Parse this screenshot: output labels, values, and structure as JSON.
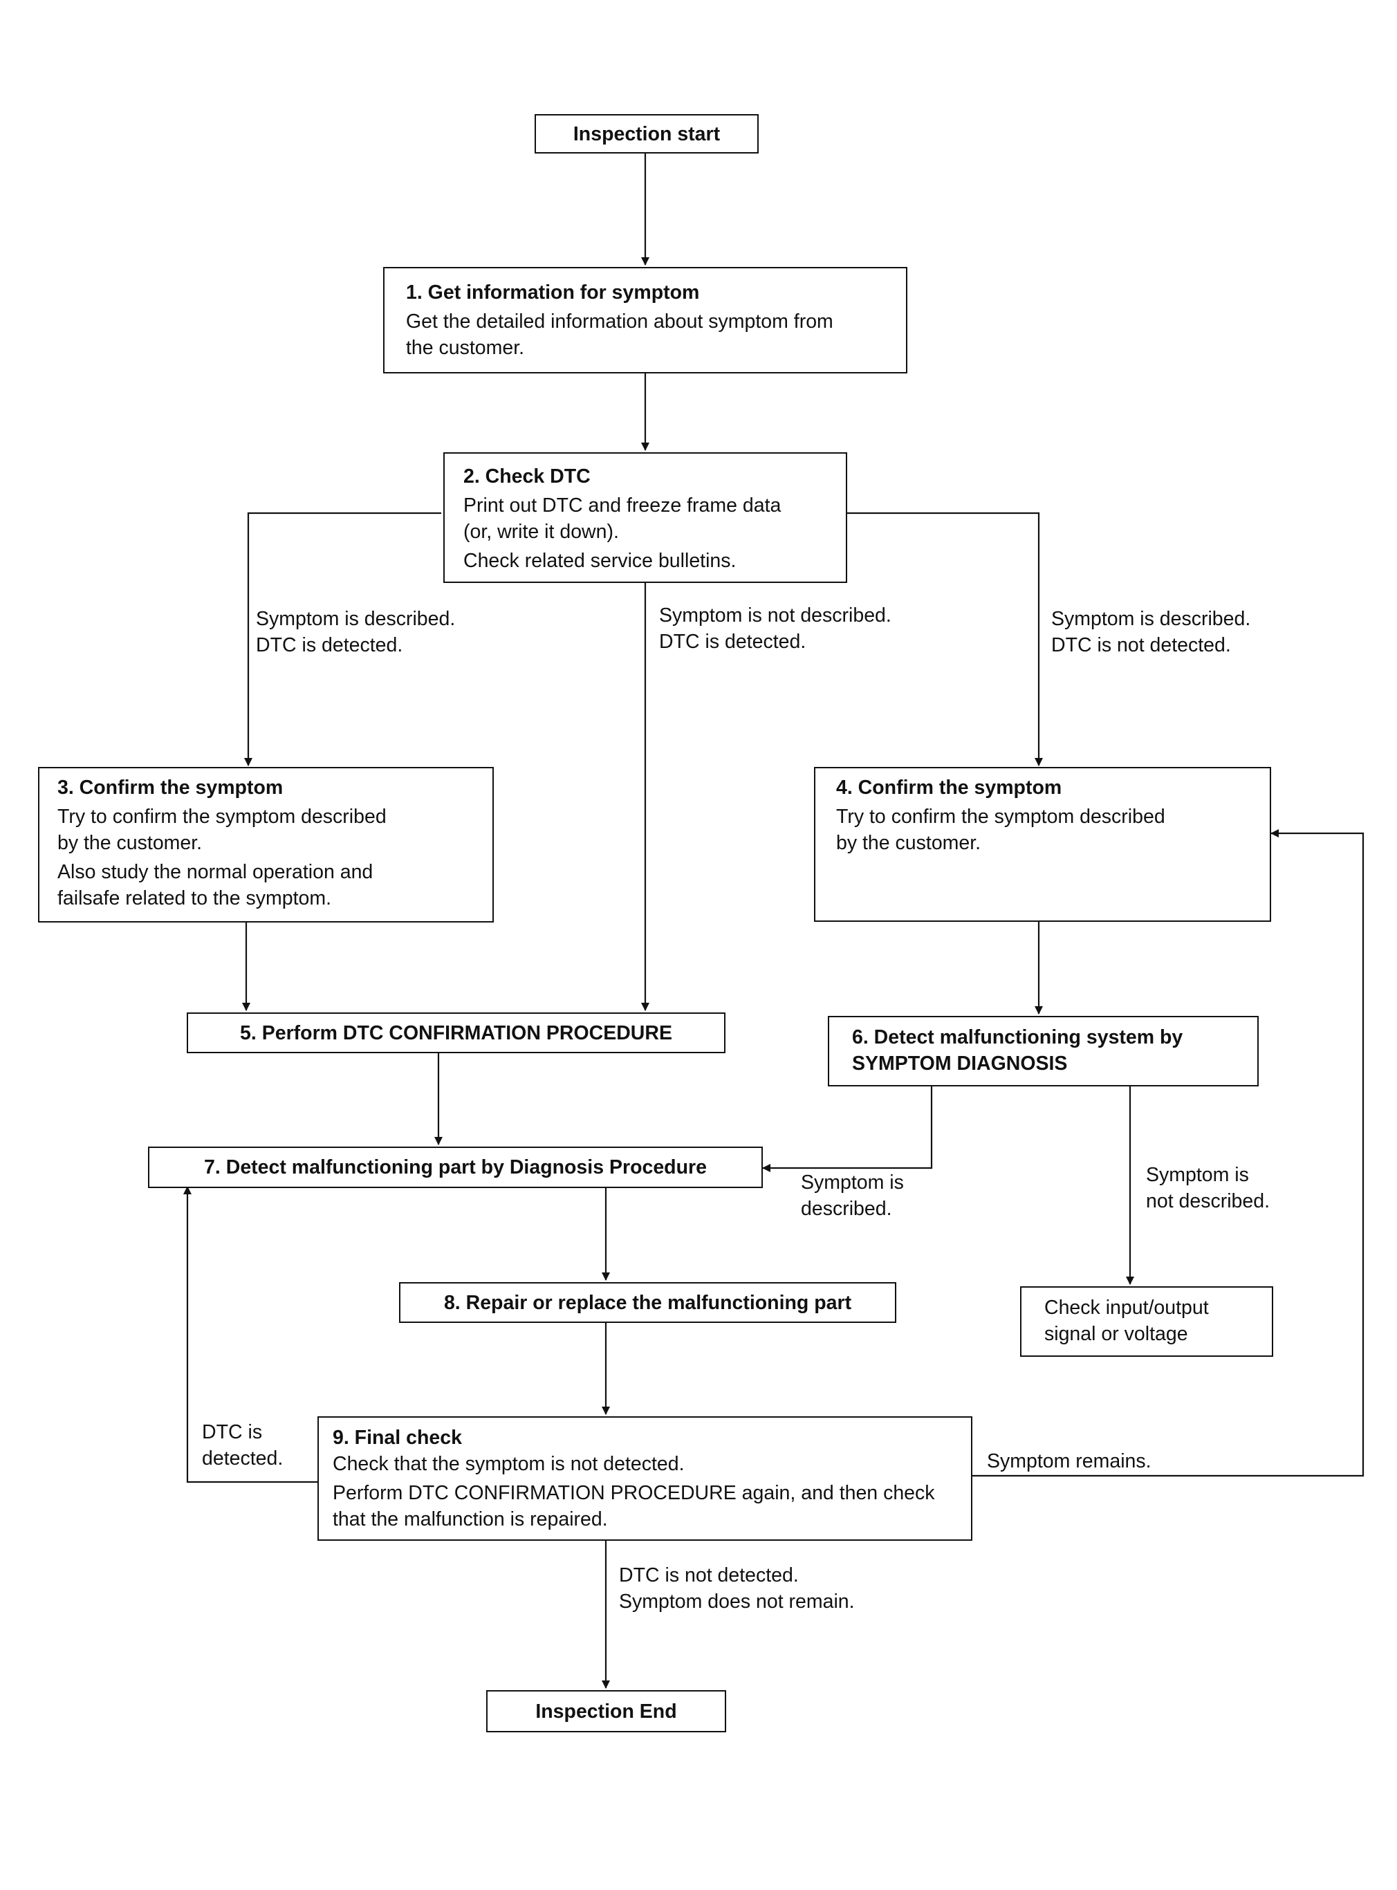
{
  "start": {
    "label": "Inspection start"
  },
  "step1": {
    "title": "1. Get information for symptom",
    "lines": [
      "Get the detailed information about symptom from",
      "the customer."
    ]
  },
  "step2": {
    "title": "2. Check DTC",
    "lines": [
      "Print out DTC and freeze frame data",
      "(or, write it down)."
    ],
    "extra": [
      "Check related service bulletins."
    ]
  },
  "step3": {
    "title": "3. Confirm the symptom",
    "lines": [
      "Try to confirm the symptom described",
      "by the customer."
    ],
    "extra": [
      "Also study the normal operation and",
      "failsafe related to the symptom."
    ]
  },
  "step4": {
    "title": "4. Confirm the symptom",
    "lines": [
      "Try to confirm the symptom described",
      "by the customer."
    ]
  },
  "step5": {
    "title": "5. Perform DTC CONFIRMATION PROCEDURE"
  },
  "step6": {
    "title": [
      "6. Detect malfunctioning system by",
      "SYMPTOM DIAGNOSIS"
    ]
  },
  "step7": {
    "title": "7. Detect malfunctioning part by Diagnosis Procedure"
  },
  "step8": {
    "title": "8. Repair or replace the malfunctioning part"
  },
  "check_io": {
    "lines": [
      "Check input/output",
      "signal or voltage"
    ]
  },
  "step9": {
    "title": "9. Final check",
    "lines": [
      "Check that the symptom is not detected."
    ],
    "extra": [
      "Perform DTC CONFIRMATION PROCEDURE again, and then check",
      "that the malfunction is repaired."
    ]
  },
  "end": {
    "label": "Inspection End"
  },
  "edge_labels": {
    "left_branch": [
      "Symptom is described.",
      "DTC is detected."
    ],
    "middle_branch": [
      "Symptom is not described.",
      "DTC is detected."
    ],
    "right_branch": [
      "Symptom is described.",
      "DTC is not detected."
    ],
    "s6_to_s7": [
      "Symptom is",
      "described."
    ],
    "s6_to_check": [
      "Symptom is",
      "not described."
    ],
    "s9_to_s7": [
      "DTC is",
      "detected."
    ],
    "s9_to_s4": [
      "Symptom remains."
    ],
    "s9_to_end": [
      "DTC is not detected.",
      "Symptom does not remain."
    ]
  }
}
